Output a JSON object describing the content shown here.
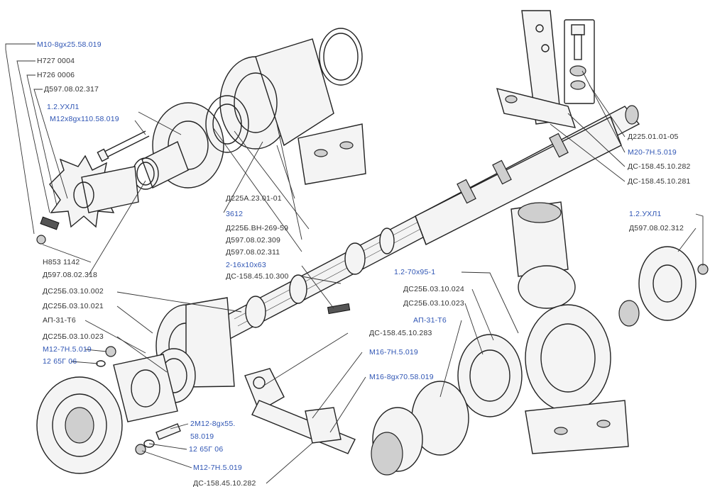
{
  "colors": {
    "label_black": "#333333",
    "label_blue": "#2f55b4",
    "ink": "#222222",
    "background": "#ffffff"
  },
  "labels": {
    "l01": {
      "text": "М10-8gх25.58.019",
      "color": "blue"
    },
    "l02": {
      "text": "Н727 0004",
      "color": "black"
    },
    "l03": {
      "text": "Н726 0006",
      "color": "black"
    },
    "l04": {
      "text": "Д597.08.02.317",
      "color": "black"
    },
    "l05": {
      "text": "1.2.УХЛ1",
      "color": "blue"
    },
    "l06": {
      "text": "М12х8gх110.58.019",
      "color": "blue"
    },
    "l07": {
      "text": "Д225А.23.01-01",
      "color": "black"
    },
    "l08": {
      "text": "3612",
      "color": "blue"
    },
    "l09": {
      "text": "Д225Б.ВН-269-59",
      "color": "black"
    },
    "l10": {
      "text": "Д597.08.02.309",
      "color": "black"
    },
    "l11": {
      "text": "Д597.08.02.311",
      "color": "black"
    },
    "l12": {
      "text": "2-16х10х63",
      "color": "blue"
    },
    "l13": {
      "text": "ДС-158.45.10.300",
      "color": "black"
    },
    "l14": {
      "text": "Н853 1142",
      "color": "black"
    },
    "l15": {
      "text": "Д597.08.02.318",
      "color": "black"
    },
    "l16": {
      "text": "ДС25Б.03.10.002",
      "color": "black"
    },
    "l17": {
      "text": "ДС25Б.03.10.021",
      "color": "black"
    },
    "l18": {
      "text": "АП-31-Т6",
      "color": "black"
    },
    "l19": {
      "text": "ДС25Б.03.10.023",
      "color": "black"
    },
    "l20": {
      "text": "М12-7Н.5.019",
      "color": "blue"
    },
    "l21": {
      "text": "12 65Г 06",
      "color": "blue"
    },
    "l22": {
      "text": "ДС-158.45.10.283",
      "color": "black"
    },
    "l23": {
      "text": "М16-7Н.5.019",
      "color": "blue"
    },
    "l24": {
      "text": "М16-8gх70.58.019",
      "color": "blue"
    },
    "l25": {
      "text": "2М12-8gх55.",
      "color": "blue"
    },
    "l26": {
      "text": "58.019",
      "color": "blue"
    },
    "l27": {
      "text": "12 65Г 06",
      "color": "blue"
    },
    "l28": {
      "text": "М12-7Н.5.019",
      "color": "blue"
    },
    "l29": {
      "text": "ДС-158.45.10.282",
      "color": "black"
    },
    "l30": {
      "text": "Д225.01.01-05",
      "color": "black"
    },
    "l31": {
      "text": "М20-7Н.5.019",
      "color": "blue"
    },
    "l32": {
      "text": "ДС-158.45.10.282",
      "color": "black"
    },
    "l33": {
      "text": "ДС-158.45.10.281",
      "color": "black"
    },
    "l34": {
      "text": "1.2.УХЛ1",
      "color": "blue"
    },
    "l35": {
      "text": "Д597.08.02.312",
      "color": "black"
    },
    "l36": {
      "text": "1.2-70х95-1",
      "color": "blue"
    },
    "l37": {
      "text": "ДС25Б.03.10.024",
      "color": "black"
    },
    "l38": {
      "text": "ДС25Б.03.10.023",
      "color": "black"
    },
    "l39": {
      "text": "АП-31-Т6",
      "color": "blue"
    }
  }
}
